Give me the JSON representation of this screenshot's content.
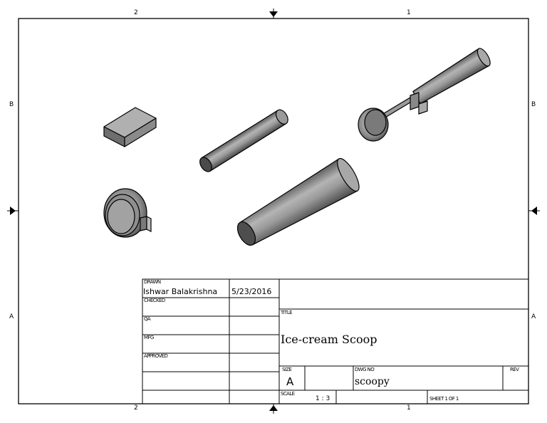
{
  "zones": {
    "top_left": "2",
    "top_right": "1",
    "bottom_left": "2",
    "bottom_right": "1",
    "left_upper": "B",
    "right_upper": "B",
    "left_lower": "A",
    "right_lower": "A"
  },
  "title_block": {
    "drawn_label": "DRAWN",
    "drawn_by": "Ishwar Balakrishna",
    "drawn_date": "5/23/2016",
    "checked_label": "CHECKED",
    "qa_label": "QA",
    "mfg_label": "MFG",
    "approved_label": "APPROVED",
    "title_label": "TITLE",
    "title": "Ice-cream Scoop",
    "size_label": "SIZE",
    "size": "A",
    "dwg_no_label": "DWG NO",
    "dwg_no": "scoopy",
    "rev_label": "REV",
    "scale_label": "SCALE",
    "scale": "1 : 3",
    "sheet": "SHEET 1  OF 1"
  },
  "parts": [
    "block-part",
    "rod-part",
    "scoop-assembly",
    "scoop-bowl-part",
    "handle-part"
  ],
  "colors": {
    "line": "#000000",
    "part_light": "#a8a8a8",
    "part_dark": "#5a5a5a"
  }
}
